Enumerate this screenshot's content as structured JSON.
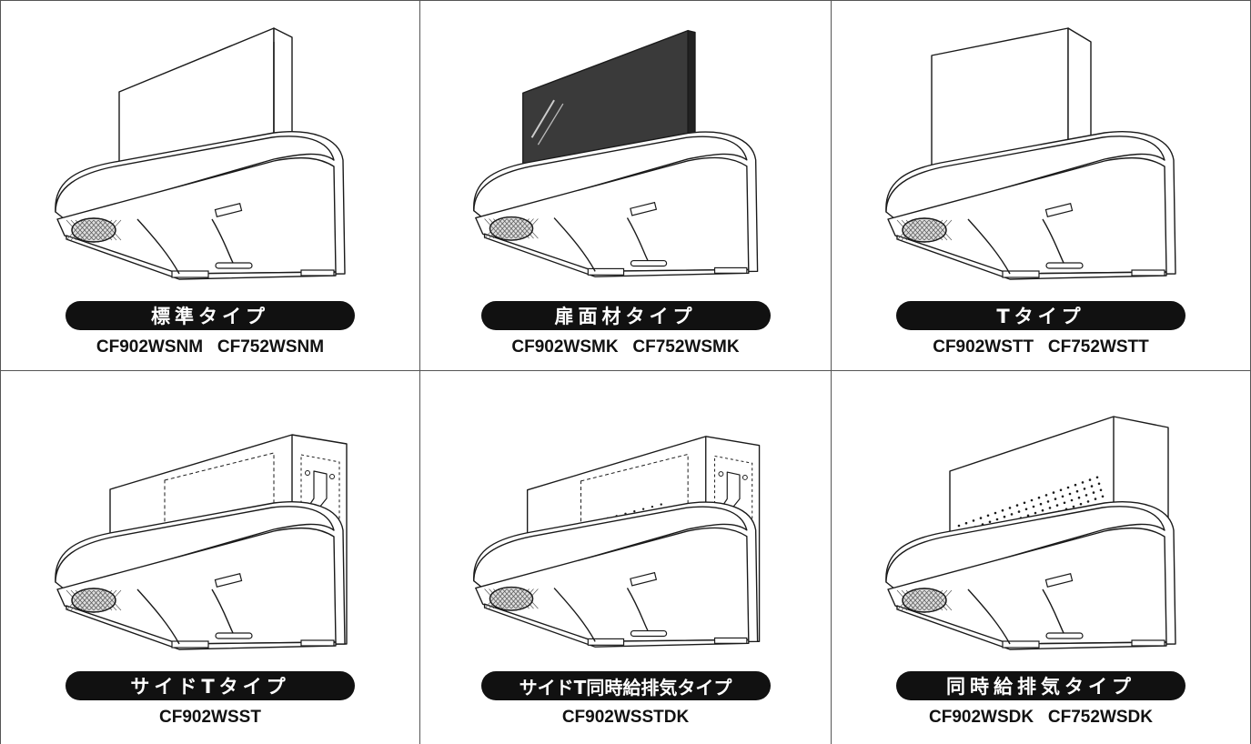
{
  "colors": {
    "line": "#1a1a1a",
    "pill_bg": "#111111",
    "pill_text": "#ffffff",
    "panel_dark": "#3a3a3a",
    "grid_border": "#555555"
  },
  "products": [
    {
      "type_label": "標準タイプ",
      "models": "CF902WSNM   CF752WSNM",
      "variant": "standard"
    },
    {
      "type_label": "扉面材タイプ",
      "models": "CF902WSMK   CF752WSMK",
      "variant": "door-panel"
    },
    {
      "type_label": "Tタイプ",
      "models": "CF902WSTT   CF752WSTT",
      "variant": "t-type"
    },
    {
      "type_label": "サイドTタイプ",
      "models": "CF902WSST",
      "variant": "side-t"
    },
    {
      "type_label": "サイドT同時給排気タイプ",
      "models": "CF902WSSTDK",
      "variant": "side-t-dk"
    },
    {
      "type_label": "同時給排気タイプ",
      "models": "CF902WSDK   CF752WSDK",
      "variant": "dk"
    }
  ]
}
